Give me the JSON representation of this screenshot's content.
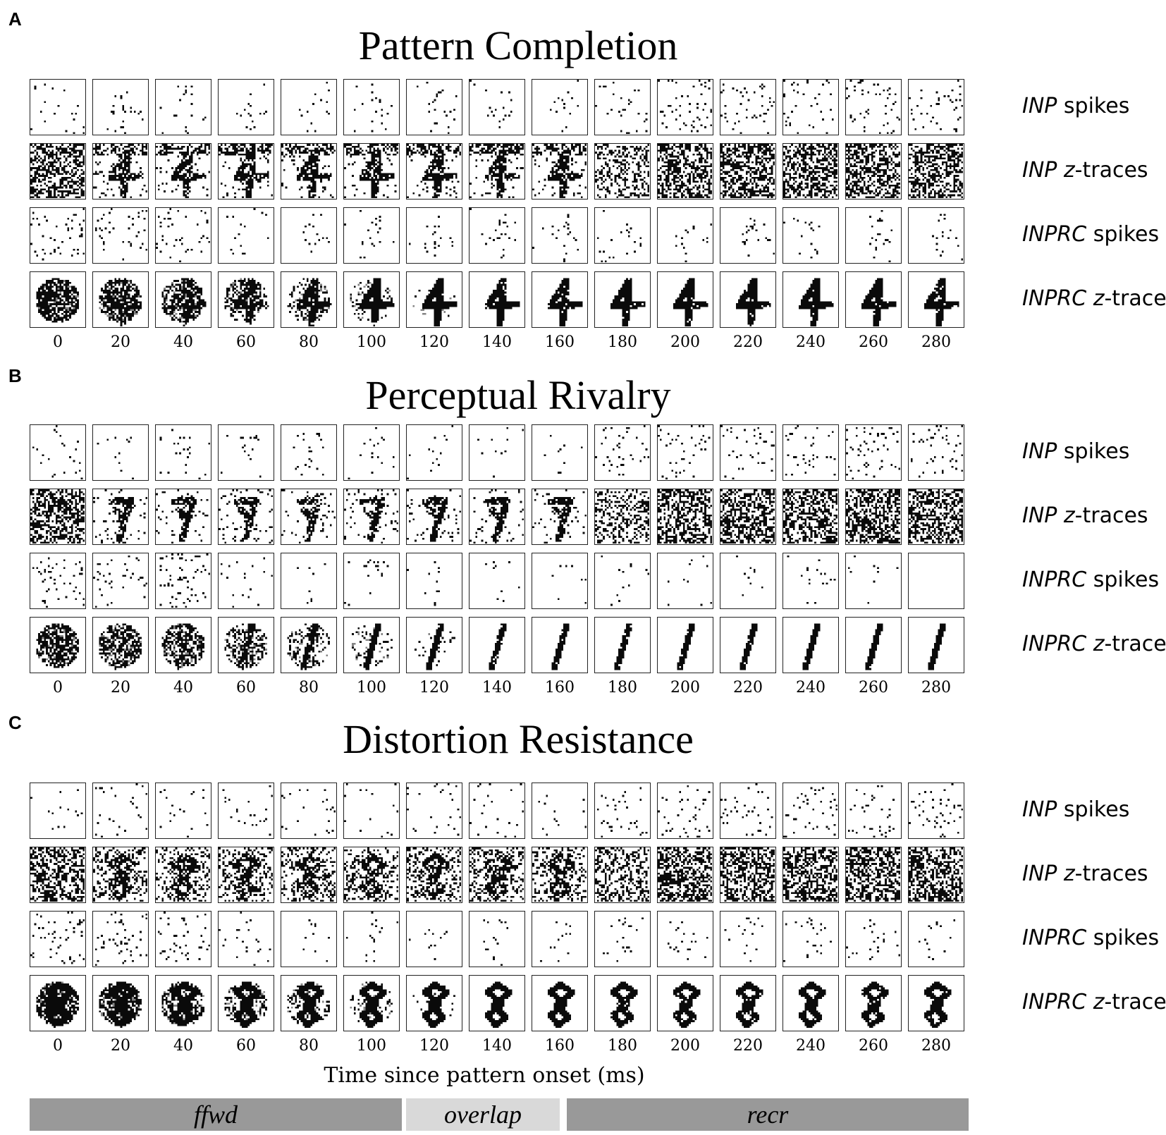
{
  "panels": [
    {
      "letter": "A",
      "title": "Pattern Completion",
      "digit": "4",
      "rows": [
        {
          "kind": "spikes",
          "label_em": "INP",
          "label_rest": " spikes"
        },
        {
          "kind": "input_traces",
          "label_em": "INP z",
          "label_rest": "-traces"
        },
        {
          "kind": "spikes",
          "label_em": "INPRC",
          "label_rest": " spikes"
        },
        {
          "kind": "recurrent_traces",
          "label_em": "INPRC z",
          "label_rest": "-traces"
        }
      ]
    },
    {
      "letter": "B",
      "title": "Perceptual Rivalry",
      "digit": "7→1",
      "rows": [
        {
          "kind": "spikes",
          "label_em": "INP",
          "label_rest": " spikes"
        },
        {
          "kind": "input_traces",
          "label_em": "INP z",
          "label_rest": "-traces"
        },
        {
          "kind": "spikes",
          "label_em": "INPRC",
          "label_rest": " spikes"
        },
        {
          "kind": "recurrent_traces",
          "label_em": "INPRC z",
          "label_rest": "-traces"
        }
      ]
    },
    {
      "letter": "C",
      "title": "Distortion Resistance",
      "digit": "8",
      "rows": [
        {
          "kind": "spikes",
          "label_em": "INP",
          "label_rest": " spikes"
        },
        {
          "kind": "input_traces",
          "label_em": "INP z",
          "label_rest": "-traces"
        },
        {
          "kind": "spikes",
          "label_em": "INPRC",
          "label_rest": " spikes"
        },
        {
          "kind": "recurrent_traces",
          "label_em": "INPRC z",
          "label_rest": "-traces"
        }
      ]
    }
  ],
  "time_ticks": [
    "0",
    "20",
    "40",
    "60",
    "80",
    "100",
    "120",
    "140",
    "160",
    "180",
    "200",
    "220",
    "240",
    "260",
    "280"
  ],
  "x_axis_label": "Time since pattern onset (ms)",
  "phases": [
    {
      "label": "ffwd",
      "color": "#999999"
    },
    {
      "label": "overlap",
      "color": "#d9d9d9"
    },
    {
      "label": "recr",
      "color": "#999999"
    }
  ]
}
